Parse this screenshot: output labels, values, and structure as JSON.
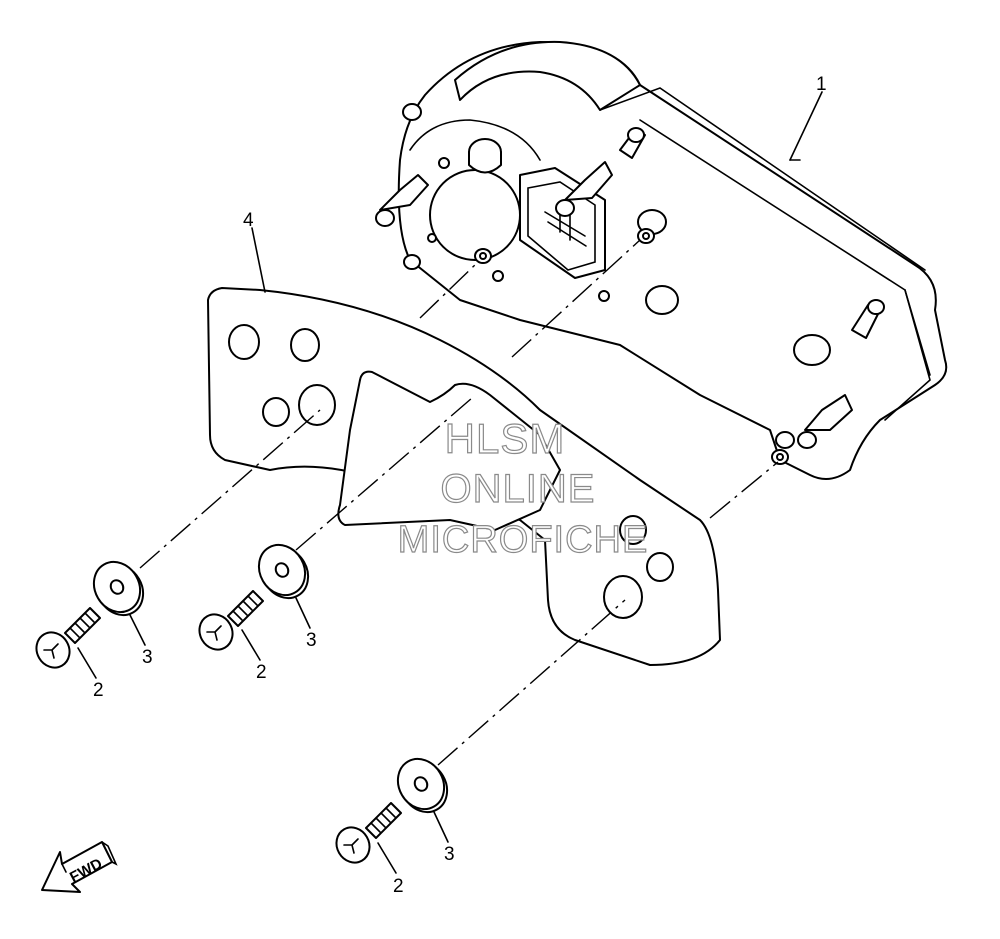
{
  "callouts": {
    "part_1": "1",
    "part_4": "4",
    "part_2_a": "2",
    "part_2_b": "2",
    "part_2_c": "2",
    "part_3_a": "3",
    "part_3_b": "3",
    "part_3_c": "3"
  },
  "watermark": {
    "line1": "HLSM",
    "line2": "ONLINE",
    "line3": "MICROFICHE",
    "color": "#8a8a8a"
  },
  "direction_arrow": {
    "label": "FWD"
  },
  "colors": {
    "line": "#000000",
    "background": "#ffffff"
  }
}
